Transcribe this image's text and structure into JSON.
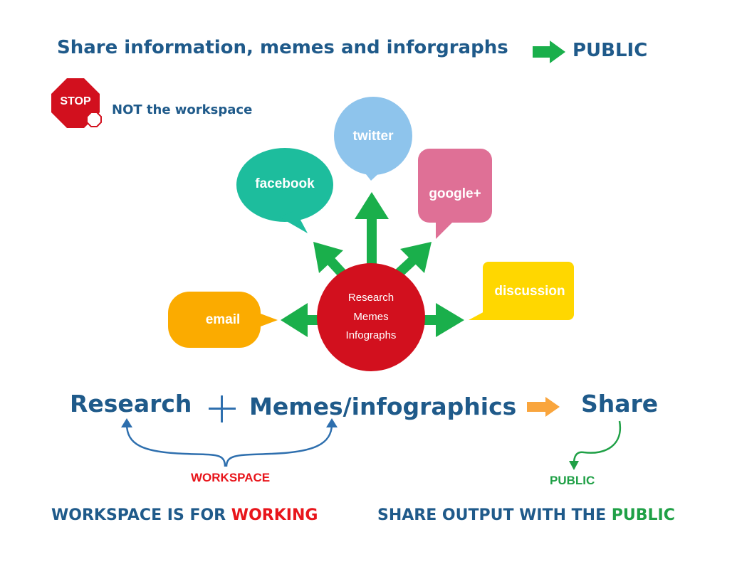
{
  "header": {
    "title": "Share information, memes and inforgraphs",
    "public_label": "PUBLIC"
  },
  "stop_sign": {
    "label": "STOP",
    "note": "NOT the workspace"
  },
  "hub": {
    "lines": [
      "Research",
      "Memes",
      "Infographs"
    ],
    "color": "#d2101e"
  },
  "bubbles": {
    "facebook": {
      "label": "facebook",
      "color": "#1dbd9d"
    },
    "twitter": {
      "label": "twitter",
      "color": "#8ec4ec"
    },
    "google": {
      "label": "google+",
      "color": "#df7096"
    },
    "discussion": {
      "label": "discussion",
      "color": "#ffd700"
    },
    "email": {
      "label": "email",
      "color": "#fbab00"
    }
  },
  "flow": {
    "research": "Research",
    "memes": "Memes/infographics",
    "share": "Share",
    "workspace_label": "WORKSPACE",
    "public_label": "PUBLIC"
  },
  "footer": {
    "left_prefix": "WORKSPACE IS FOR ",
    "left_highlight": "WORKING",
    "right_prefix": "SHARE OUTPUT WITH THE ",
    "right_highlight": "PUBLIC"
  },
  "colors": {
    "navy": "#1f5a8a",
    "arrow_green": "#1aaf4b",
    "red": "#e8151b",
    "orange_arrow": "#f9a53d",
    "curve_blue": "#2e6fae",
    "curve_green": "#1fa046"
  },
  "icons": {
    "stop": "stop-sign-icon",
    "plus": "plus-icon"
  }
}
